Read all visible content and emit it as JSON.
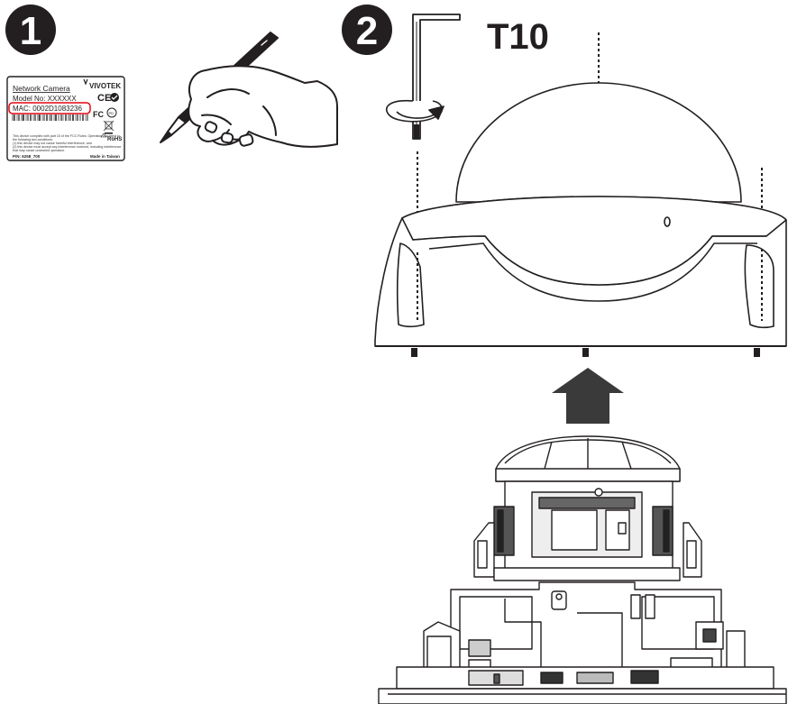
{
  "steps": {
    "step1": "1",
    "step2": "2"
  },
  "tool": {
    "label": "T10"
  },
  "label_sticker": {
    "title": "Network Camera",
    "brand": "VIVOTEK",
    "model": "Model No: XXXXXX",
    "mac": "MAC: 0002D1083236",
    "rohs": "RoHS",
    "pn": "P/N: 6258_700",
    "made_in": "Made in Taiwan",
    "fine_print": [
      "This device complies with part 15 of the FCC Rules. Operation is subject to",
      "the following two conditions:",
      "(1) this device may not cause harmful interference, and",
      "(2) this device must accept any interference received, including interference",
      "that may cause undesired operation."
    ]
  },
  "colors": {
    "ink": "#231f20",
    "highlight": "#e30613",
    "arrow": "#3a3a3a"
  }
}
